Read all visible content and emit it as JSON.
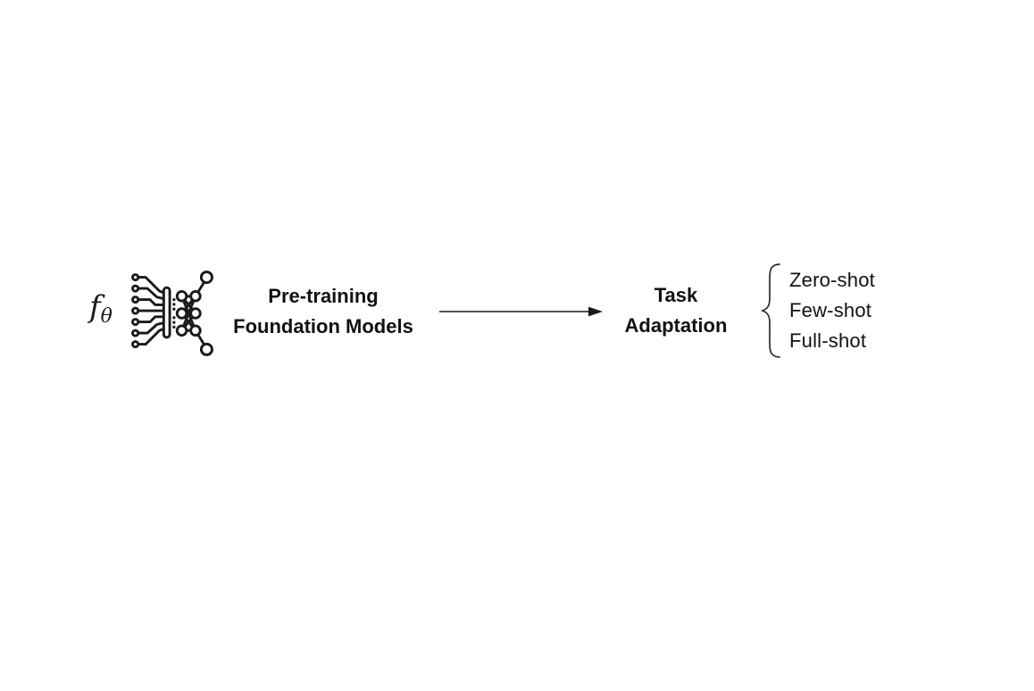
{
  "diagram": {
    "background": "#ffffff",
    "text_color": "#111111",
    "line_color": "#1a1a1a",
    "model": {
      "symbol_main": "f",
      "symbol_sub": "θ",
      "icon": "neural-network-icon"
    },
    "stage1": {
      "line1": "Pre-training",
      "line2": "Foundation Models"
    },
    "arrow": {
      "direction": "right"
    },
    "stage2": {
      "line1": "Task",
      "line2": "Adaptation"
    },
    "adaptation_modes": [
      "Zero-shot",
      "Few-shot",
      "Full-shot"
    ]
  }
}
